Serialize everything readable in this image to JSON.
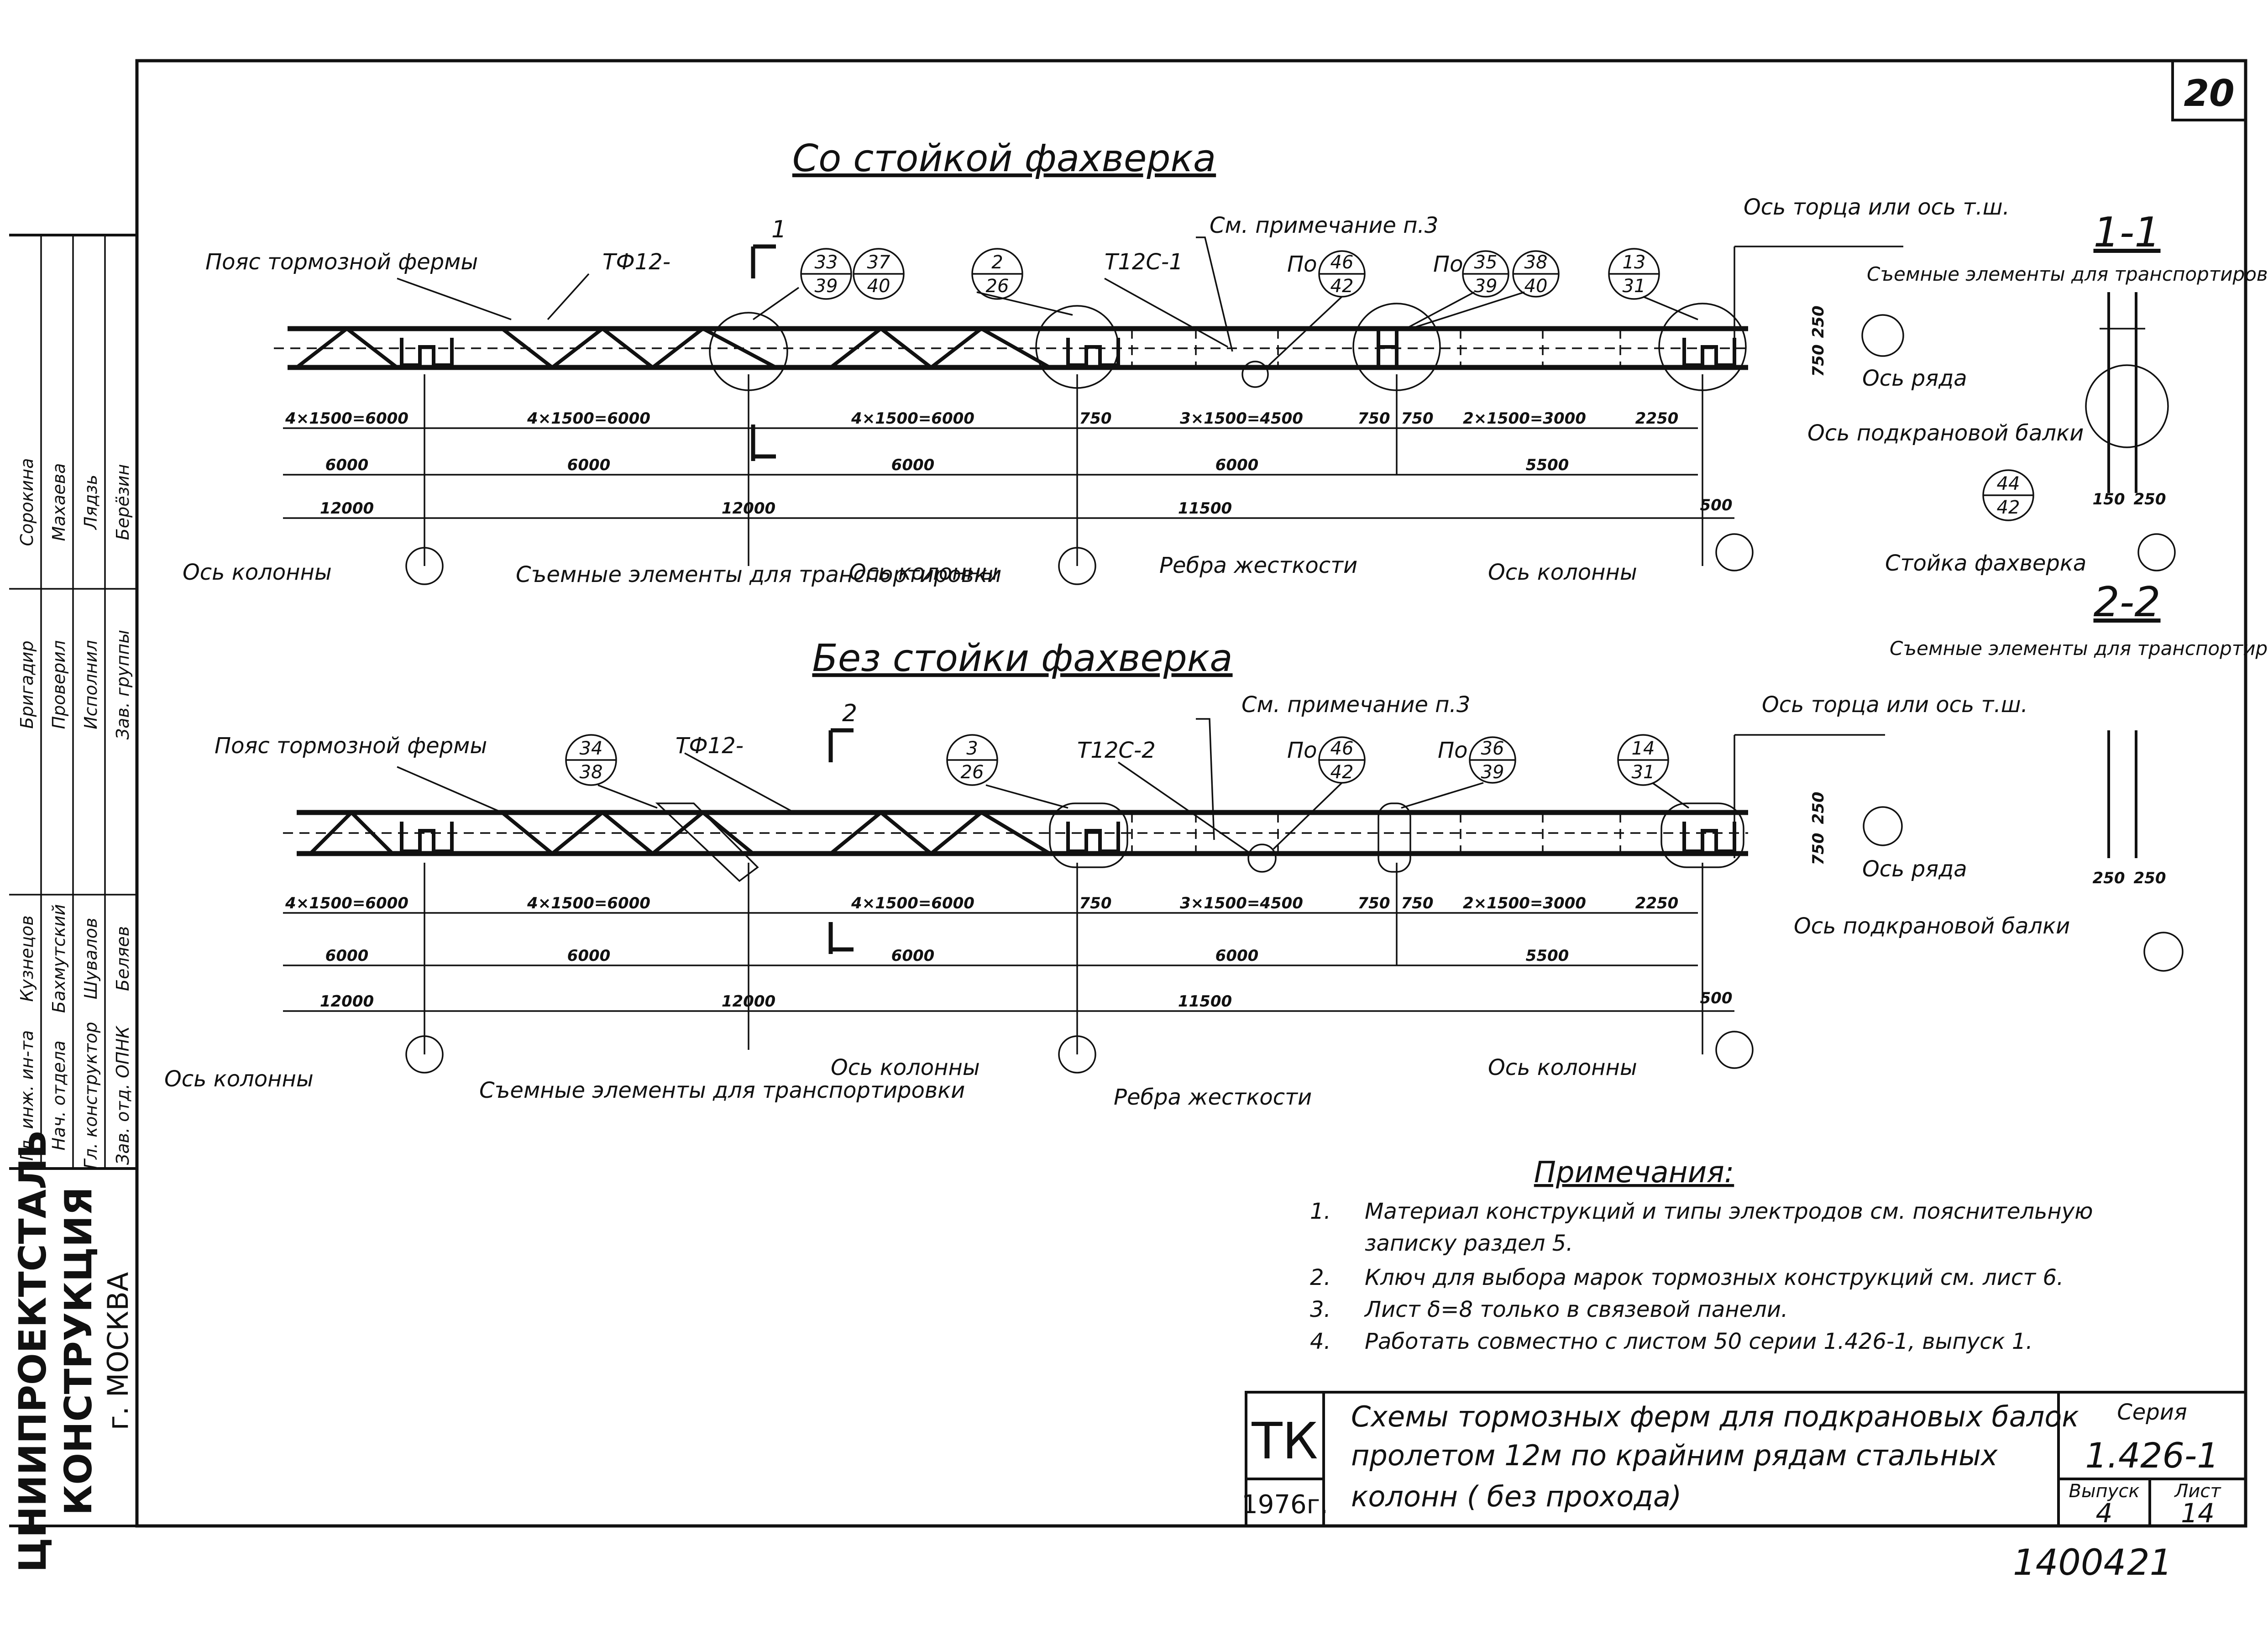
{
  "sheet_number": "20",
  "top_view": {
    "title": "Со стойкой фахверка",
    "section_mark": "1",
    "labels": {
      "chord": "Пояс тормозной фермы",
      "truss": "ТФ12-",
      "beam": "Т12С-1",
      "note_ref": "См. примечание п.3",
      "po1": "По",
      "po2": "По",
      "end_axis": "Ось торца или ось т.ш.",
      "row_axis": "Ось ряда",
      "crane_axis": "Ось подкрановой балки",
      "col_axis_1": "Ось колонны",
      "col_axis_2": "Ось колонны",
      "col_axis_3": "Ось колонны",
      "removable": "Съемные элементы для транспортировки",
      "ribs": "Ребра жесткости"
    },
    "callouts": [
      {
        "top": "33",
        "bottom": "39"
      },
      {
        "top": "37",
        "bottom": "40"
      },
      {
        "top": "2",
        "bottom": "26"
      },
      {
        "top": "46",
        "bottom": "42"
      },
      {
        "top": "35",
        "bottom": "39"
      },
      {
        "top": "38",
        "bottom": "40"
      },
      {
        "top": "13",
        "bottom": "31"
      }
    ],
    "dims_row1": [
      "4×1500=6000",
      "4×1500=6000",
      "4×1500=6000",
      "750",
      "3×1500=4500",
      "750",
      "750",
      "2×1500=3000",
      "2250"
    ],
    "dims_row2": [
      "6000",
      "6000",
      "6000",
      "6000",
      "5500"
    ],
    "dims_row3": [
      "12000",
      "12000",
      "11500",
      "500"
    ],
    "dims_vert": [
      "250",
      "750"
    ]
  },
  "section_1": {
    "title": "1-1",
    "removable": "Съемные элементы для транспортировки",
    "callout": {
      "top": "44",
      "bottom": "42"
    },
    "dims": [
      "150",
      "250"
    ],
    "post": "Стойка фахверка"
  },
  "section_2": {
    "title": "2-2",
    "removable": "Съемные элементы для транспортировки",
    "dims": [
      "250",
      "250"
    ]
  },
  "bottom_view": {
    "title": "Без стойки фахверка",
    "section_mark": "2",
    "labels": {
      "chord": "Пояс тормозной фермы",
      "truss": "ТФ12-",
      "beam": "Т12С-2",
      "note_ref": "См. примечание п.3",
      "po1": "По",
      "po2": "По",
      "end_axis": "Ось торца или ось т.ш.",
      "row_axis": "Ось ряда",
      "crane_axis": "Ось подкрановой балки",
      "col_axis_1": "Ось колонны",
      "col_axis_2": "Ось колонны",
      "col_axis_3": "Ось колонны",
      "removable": "Съемные элементы для транспортировки",
      "ribs": "Ребра жесткости"
    },
    "callouts": [
      {
        "top": "34",
        "bottom": "38"
      },
      {
        "top": "3",
        "bottom": "26"
      },
      {
        "top": "46",
        "bottom": "42"
      },
      {
        "top": "36",
        "bottom": "39"
      },
      {
        "top": "14",
        "bottom": "31"
      }
    ],
    "dims_row1": [
      "4×1500=6000",
      "4×1500=6000",
      "4×1500=6000",
      "750",
      "3×1500=4500",
      "750",
      "750",
      "2×1500=3000",
      "2250"
    ],
    "dims_row2": [
      "6000",
      "6000",
      "6000",
      "6000",
      "5500"
    ],
    "dims_row3": [
      "12000",
      "12000",
      "11500",
      "500"
    ],
    "dims_vert": [
      "250",
      "750"
    ]
  },
  "notes": {
    "heading": "Примечания:",
    "items": [
      {
        "n": "1.",
        "text": "Материал конструкций и типы электродов см. пояснительную"
      },
      {
        "n": "",
        "text": "записку раздел 5."
      },
      {
        "n": "2.",
        "text": "Ключ для выбора марок тормозных конструкций см. лист 6."
      },
      {
        "n": "3.",
        "text": "Лист δ=8 только в связевой панели."
      },
      {
        "n": "4.",
        "text": "Работать совместно с листом 50 серии 1.426-1, выпуск 1."
      }
    ]
  },
  "title_block": {
    "tk": "ТК",
    "year": "1976г.",
    "title_l1": "Схемы тормозных ферм для подкрановых балок",
    "title_l2": "пролетом 12м по крайним рядам стальных",
    "title_l3": "колонн ( без прохода)",
    "series_label": "Серия",
    "series": "1.426-1",
    "issue_label": "Выпуск",
    "issue": "4",
    "sheet_label": "Лист",
    "sheet": "14"
  },
  "side_stamp": {
    "org1": "ЦНИИПРОЕКТСТАЛЬ",
    "org2": "КОНСТРУКЦИЯ",
    "city": "г. МОСКВА",
    "roles": [
      "Зав. отд. ОПНК",
      "Гл. конструктор",
      "Нач. отдела",
      "Гл. инж. ин-та"
    ],
    "names": [
      "Беляев",
      "Шувалов",
      "Бахмутский",
      "Кузнецов"
    ],
    "roles2": [
      "Зав. группы",
      "Исполнил",
      "Проверил",
      "Бригадир"
    ],
    "names2": [
      "Берёзин",
      "Лядзь",
      "Махаева",
      "Сорокина"
    ]
  },
  "archive_number": "14004",
  "page_number": "21"
}
